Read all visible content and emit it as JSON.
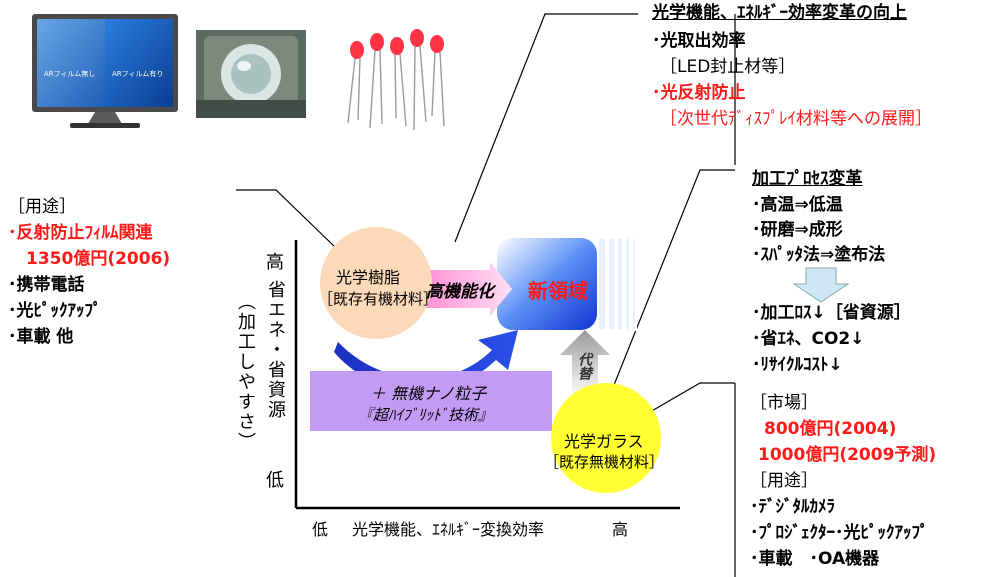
{
  "images": {
    "tv_label_left": "ARフィルム無し",
    "tv_label_right": "ARフィルム有り"
  },
  "top_right": {
    "title": "光学機能、ｴﾈﾙｷﾞｰ効率変革の向上",
    "item1": "･光取出効率",
    "item1_sub": "［LED封止材等］",
    "item2": "･光反射防止",
    "item2_sub": "［次世代ﾃﾞｨｽﾌﾟﾚｲ材料等への展開］"
  },
  "process": {
    "title": "加工ﾌﾟﾛｾｽ変革",
    "items": [
      "･高温⇒低温",
      "･研磨⇒成形",
      "･ｽﾊﾟｯﾀ法⇒塗布法"
    ],
    "results": [
      "･加工ﾛｽ↓［省資源］",
      "･省ｴﾈ、CO2↓",
      "･ﾘｻｲｸﾙｺｽﾄ↓"
    ]
  },
  "left": {
    "heading": "［用途］",
    "item1": "･反射防止ﾌｨﾙﾑ関連",
    "item1_sub": "1350億円(2006)",
    "items": [
      "･携帯電話",
      "･光ﾋﾟｯｸｱｯﾌﾟ",
      "･車載 他"
    ]
  },
  "market": {
    "heading": "［市場］",
    "value1": "800億円(2004)",
    "value2": "1000億円(2009予測)",
    "use_heading": "［用途］",
    "uses": [
      "･ﾃﾞｼﾞﾀﾙｶﾒﾗ",
      "･ﾌﾟﾛｼﾞｪｸﾀｰ･光ﾋﾟｯｸｱｯﾌﾟ",
      "･車載　･OA機器"
    ]
  },
  "diagram": {
    "y_high": "高",
    "y_low": "低",
    "y_label": "省エネ・省資源",
    "y_label_sub": "（加工しやすさ）",
    "x_low": "低",
    "x_label": "光学機能、ｴﾈﾙｷﾞｰ変換効率",
    "x_high": "高",
    "resin_line1": "光学樹脂",
    "resin_line2": "［既存有機材料］",
    "glass_line1": "光学ガラス",
    "glass_line2": "［既存無機材料］",
    "arrow_label": "高機能化",
    "new_area": "新領域",
    "substitute": "代替",
    "nano_line1": "＋ 無機ナノ粒子",
    "nano_line2": "『超ﾊｲﾌﾞﾘｯﾄﾞ技術』"
  },
  "colors": {
    "resin_fill": "#fcd9b8",
    "glass_fill": "#ffff33",
    "nano_fill": "#c39bf5",
    "new_area_blue": "#1f4fe0",
    "highlight_red": "#ff1a1a"
  }
}
